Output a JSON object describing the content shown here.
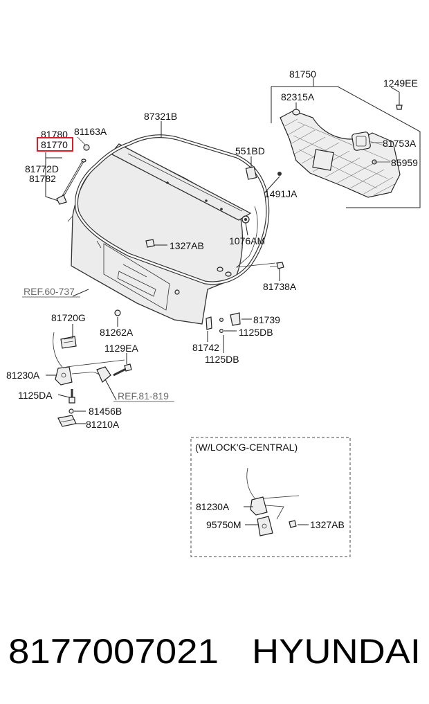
{
  "callouts": {
    "p81750": "81750",
    "p1249EE": "1249EE",
    "p82315A": "82315A",
    "p81753A": "81753A",
    "p85959": "85959",
    "p87321B": "87321B",
    "p551BD": "551BD",
    "p1491JA": "1491JA",
    "p81780": "81780",
    "p81163A": "81163A",
    "p81770": "81770",
    "p81772D": "81772D",
    "p81782": "81782",
    "p1076AM": "1076AM",
    "p1327AB": "1327AB",
    "p81738A": "81738A",
    "ref60": "REF.60-737",
    "p81720G": "81720G",
    "p81262A": "81262A",
    "p81739": "81739",
    "p1125DB_a": "1125DB",
    "p81742": "81742",
    "p1125DB_b": "1125DB",
    "p1129EA": "1129EA",
    "p81230A": "81230A",
    "p1125DA": "1125DA",
    "ref81": "REF.81-819",
    "p81456B": "81456B",
    "p81210A": "81210A"
  },
  "inset": {
    "title": "(W/LOCK'G-CENTRAL)",
    "p81230A": "81230A",
    "p95750M": "95750M",
    "p1327AB": "1327AB"
  },
  "footer": {
    "part_number": "8177007021",
    "brand": "HYUNDAI"
  },
  "colors": {
    "highlight": "#e01b24",
    "line": "#222222",
    "ref_text": "#6b6b6b"
  }
}
